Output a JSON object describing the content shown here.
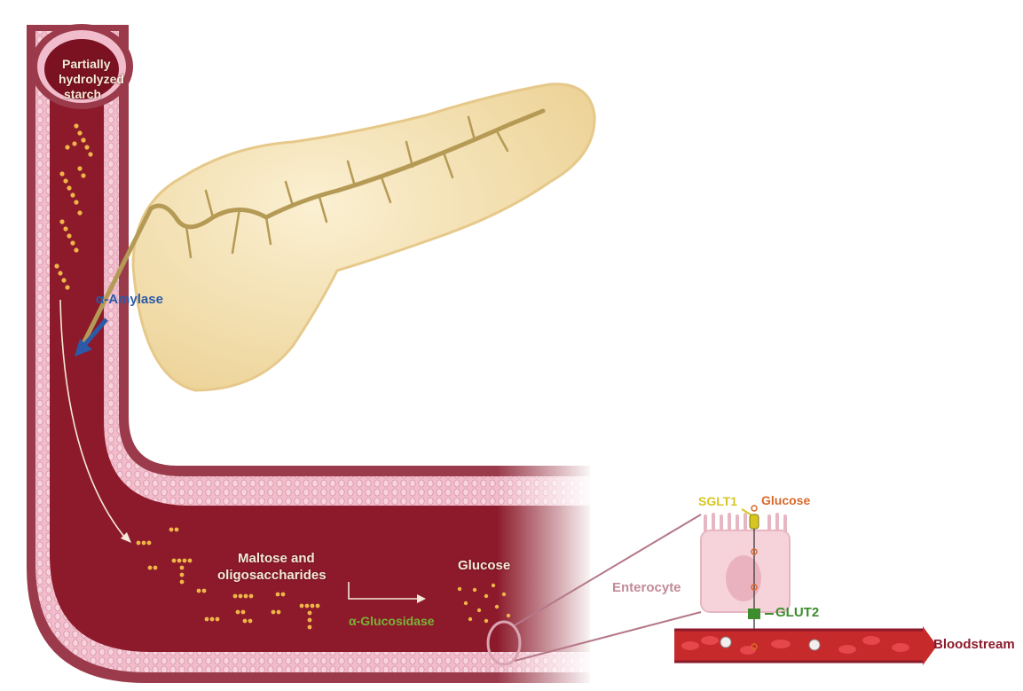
{
  "labels": {
    "starch_line1": "Partially",
    "starch_line2": "hydrolyzed",
    "starch_line3": "starch",
    "amylase": "α-Amylase",
    "maltose_line1": "Maltose and",
    "maltose_line2": "oligosaccharides",
    "glucosidase": "α-Glucosidase",
    "glucose_lumen": "Glucose",
    "sglt1": "SGLT1",
    "glucose_cell": "Glucose",
    "enterocyte": "Enterocyte",
    "glut2": "GLUT2",
    "bloodstream": "Bloodstream"
  },
  "colors": {
    "lumen": "#8c1a2b",
    "wall_outer": "#9a3a4a",
    "mucosa": "#f1bccb",
    "pancreas": "#f7e3b8",
    "duct": "#b59a55",
    "granule": "#f0b548",
    "amylase_text": "#2c5aa8",
    "glucosidase_text": "#79b337",
    "sglt1": "#d7c621",
    "glucose_text": "#d9692a",
    "enterocyte_text": "#c28a98",
    "glut2": "#3d8c2e",
    "blood": "#c62a2a",
    "bloodstream_text": "#8c1a2b"
  }
}
